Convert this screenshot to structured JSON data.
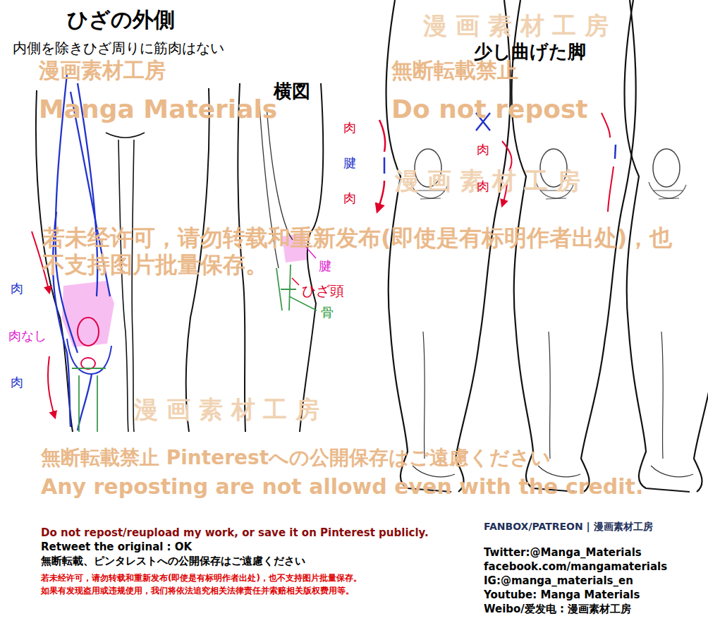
{
  "diagram": {
    "title": "ひざの外側",
    "labels": [
      "内側を除きひざ周りに筋肉はない",
      "横図",
      "少し曲げた脚",
      "肉",
      "肉なし",
      "肉",
      "腱",
      "ひざ頭",
      "骨",
      "肉",
      "腱",
      "肉",
      "肉",
      "肉",
      "漫画素材工房",
      "Manga Materials",
      "無断転載禁止",
      "Do not repost",
      "若未经许可，请勿转载和重新发布(即使是有标明作者出处)，也不支持图片批量保存。",
      "無断転載禁止 Pinterestへの公開保存はご遠慮ください",
      "Any reposting are not allowd even with the credit.",
      "漫 画 素 材 工 房",
      "漫 画 素 材 工 房",
      "漫 画 素 材 工 房",
      "Do not repost/reupload my work, or save it on Pinterest publicly.",
      "Retweet the original : OK",
      "無断転載、ピンタレストへの公開保存はご遠慮ください",
      "若未经许可，请勿转载和重新发布(即使是有标明作者出处)，也不支持图片批量保存。",
      "如果有发现盗用或违规使用，我们将依法追究相关法律责任并索赔相关版权费用等。",
      "FANBOX/PATREON | 漫画素材工房",
      "Twitter:@Manga_Materials",
      "facebook.com/mangamaterials",
      "IG:@manga_materials_en",
      "Youtube: Manga Materials",
      "Weibo/爱发电 : 漫画素材工房"
    ]
  }
}
